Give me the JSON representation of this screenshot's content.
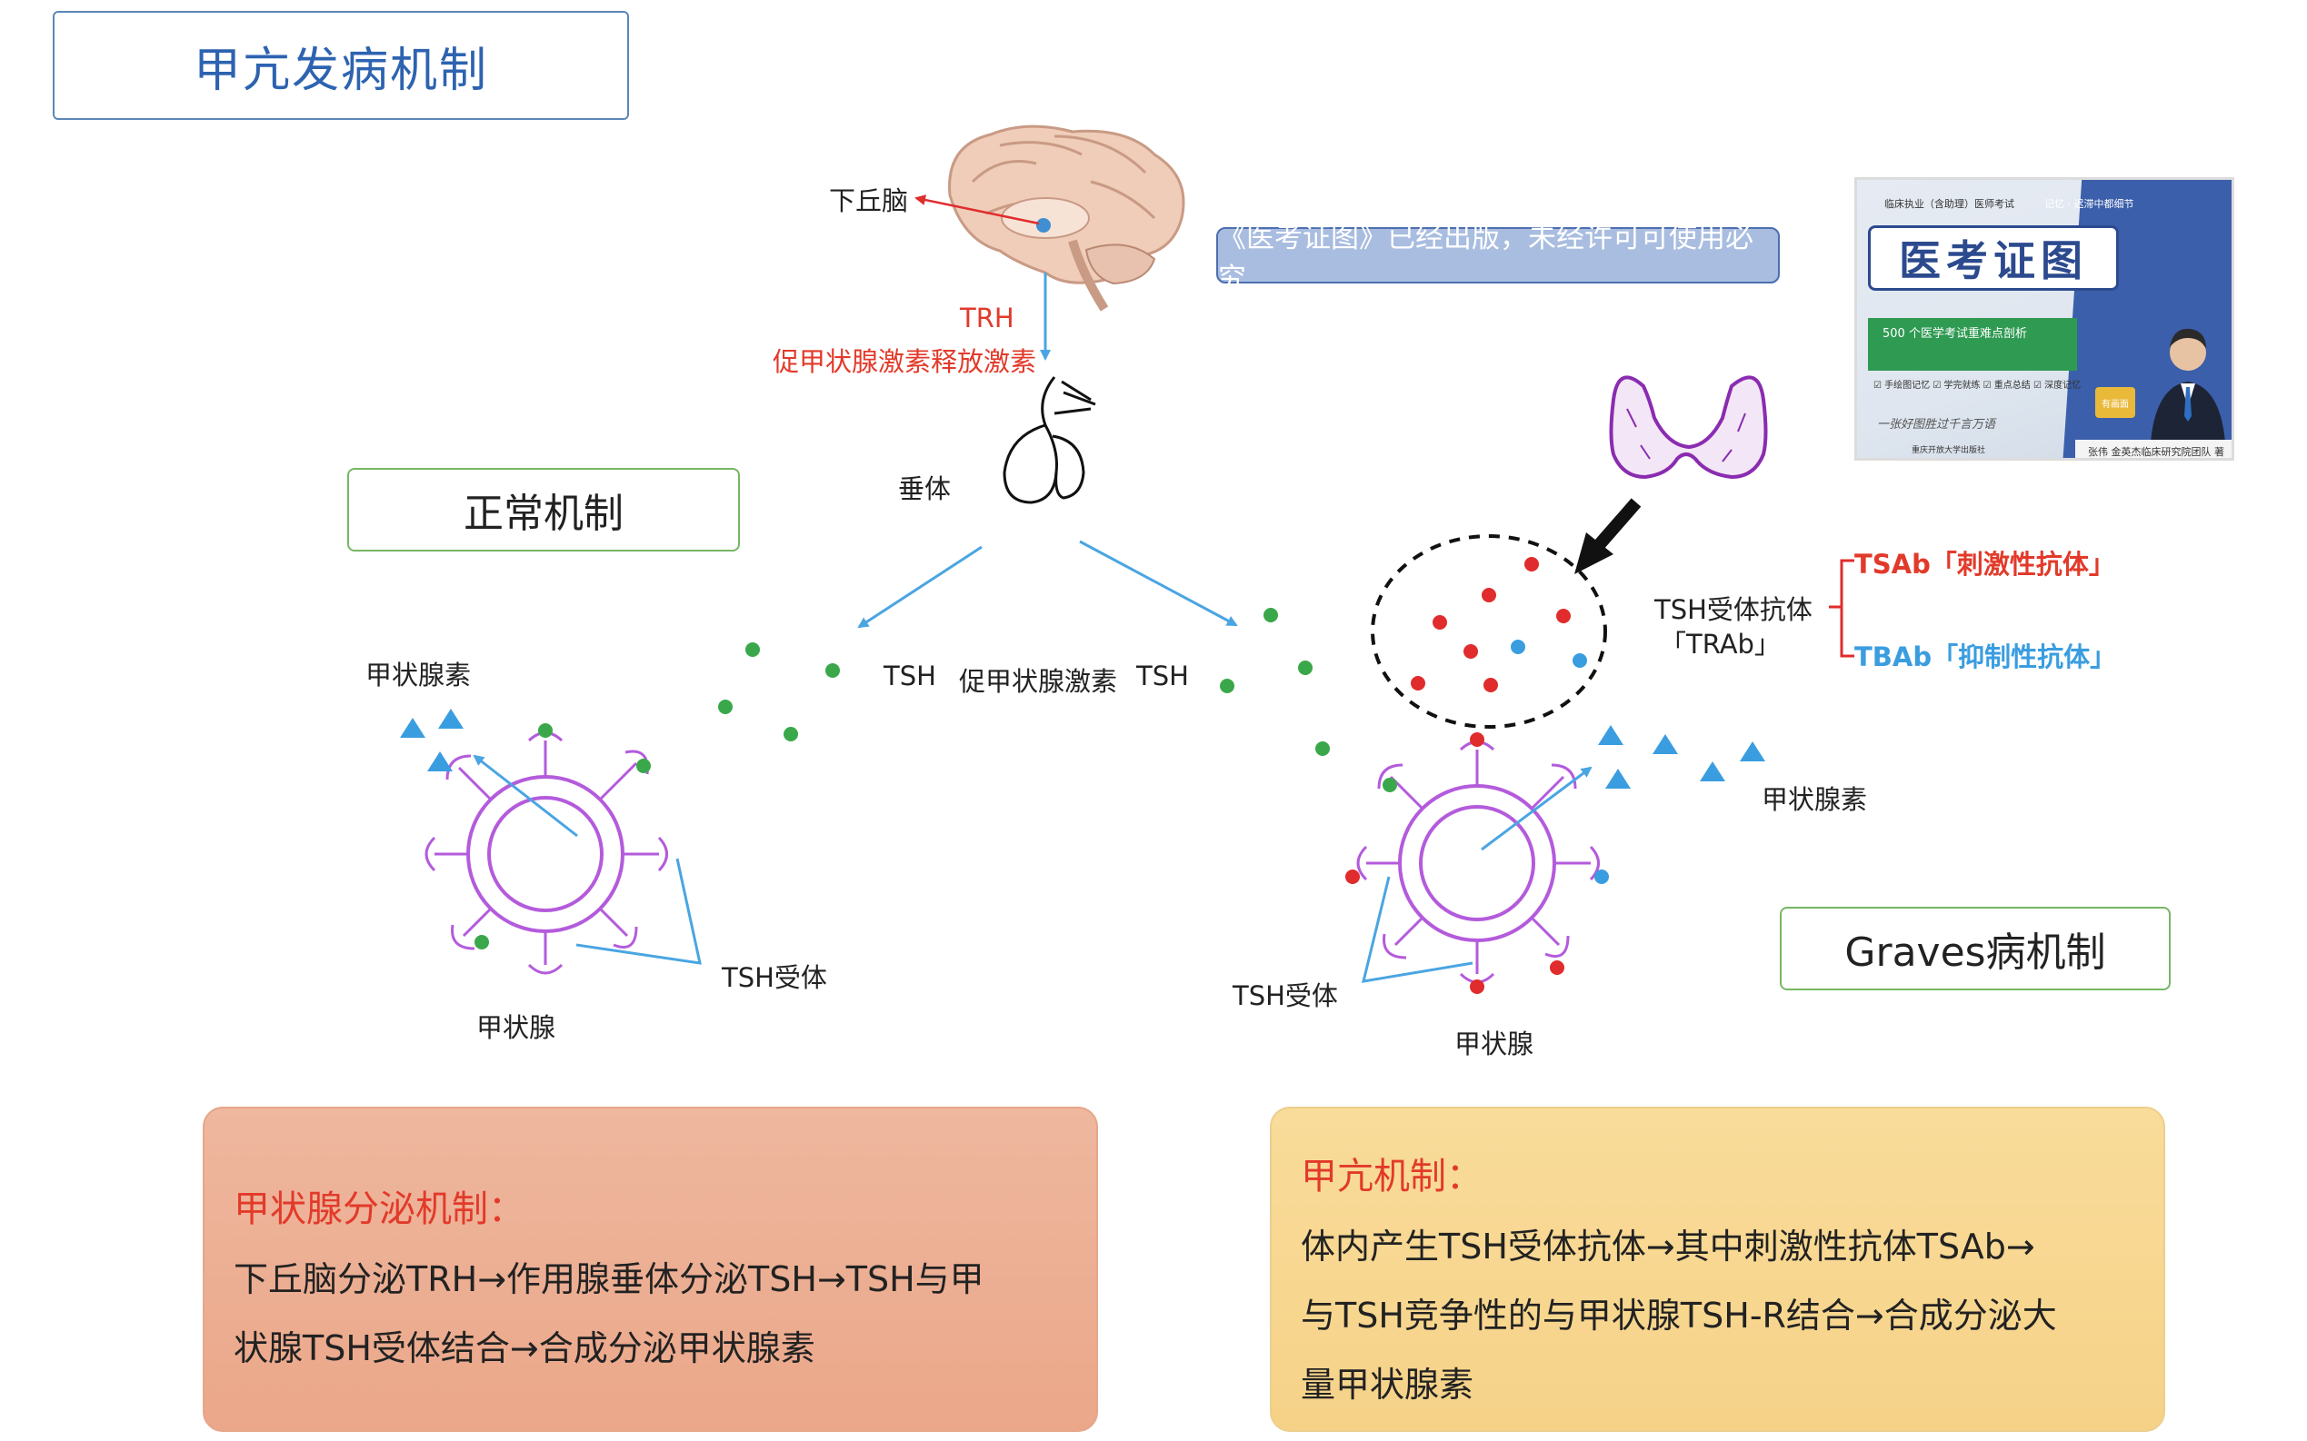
{
  "title": "甲亢发病机制",
  "notice": "《医考证图》已经出版，未经许可可使用必究",
  "normal_label": "正常机制",
  "graves_label": "Graves病机制",
  "labels": {
    "hypothalamus": "下丘脑",
    "trh": "TRH",
    "trh_full": "促甲状腺激素释放激素",
    "pituitary": "垂体",
    "tsh_left": "TSH",
    "tsh_full": "促甲状腺激素",
    "tsh_right": "TSH",
    "thyroid_hormone_left": "甲状腺素",
    "thyroid_hormone_right": "甲状腺素",
    "tsh_receptor_left": "TSH受体",
    "tsh_receptor_right": "TSH受体",
    "thyroid_left": "甲状腺",
    "thyroid_right": "甲状腺",
    "antibody": "TSH受体抗体",
    "trab": "「TRAb」",
    "tsab": "TSAb「刺激性抗体」",
    "tbab": "TBAb「抑制性抗体」"
  },
  "panel_left": {
    "heading": "甲状腺分泌机制：",
    "line1": "下丘脑分泌TRH→作用腺垂体分泌TSH→TSH与甲",
    "line2": "状腺TSH受体结合→合成分泌甲状腺素"
  },
  "panel_right": {
    "heading": "甲亢机制：",
    "line1": "体内产生TSH受体抗体→其中刺激性抗体TSAb→",
    "line2": "与TSH竞争性的与甲状腺TSH-R结合→合成分泌大",
    "line3": "量甲状腺素"
  },
  "book": {
    "top_left": "临床执业（含助理）医师考试",
    "top_right": "记忆 · 迟滞中都细节",
    "logo": "医考证图",
    "green_line": "500 个医学考试重难点剖析",
    "bullets": "☑ 手绘图记忆  ☑ 学完就练  ☑ 重点总结  ☑ 深度记忆",
    "script": "一张好图胜过千言万语",
    "publisher": "重庆开放大学出版社",
    "tag": "有画面",
    "author": "张伟 金英杰临床研究院团队 著"
  },
  "colors": {
    "green": "#3aa84a",
    "red": "#e02c2c",
    "blue": "#3a9de0",
    "purple": "#b45bdc",
    "arrow": "#4aa5e2"
  }
}
